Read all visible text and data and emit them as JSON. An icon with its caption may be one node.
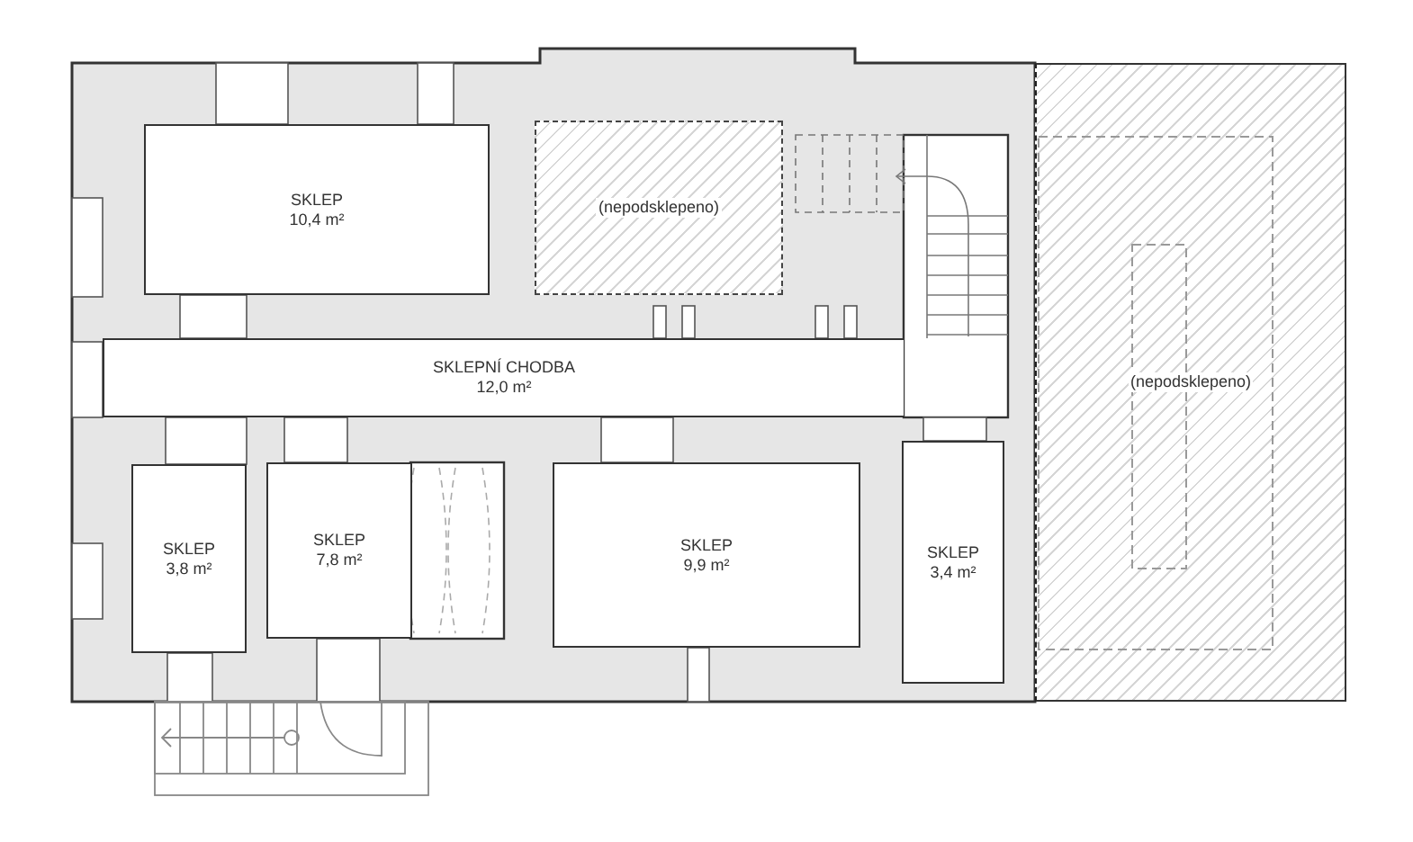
{
  "diagram": {
    "nodes": [
      {
        "text": [
          "SKLEP",
          "10,4 m²"
        ]
      },
      {
        "text": [
          "(nepodsklepeno)"
        ]
      },
      {
        "text": [
          "SKLEPNÍ CHODBA",
          "12,0 m²"
        ]
      },
      {
        "text": [
          "SKLEP",
          "3,8 m²"
        ]
      },
      {
        "text": [
          "SKLEP",
          "7,8 m²"
        ]
      },
      {
        "text": [
          "SKLEP",
          "9,9 m²"
        ]
      },
      {
        "text": [
          "SKLEP",
          "3,4 m²"
        ]
      },
      {
        "text": [
          "(nepodsklepeno)"
        ]
      }
    ]
  }
}
